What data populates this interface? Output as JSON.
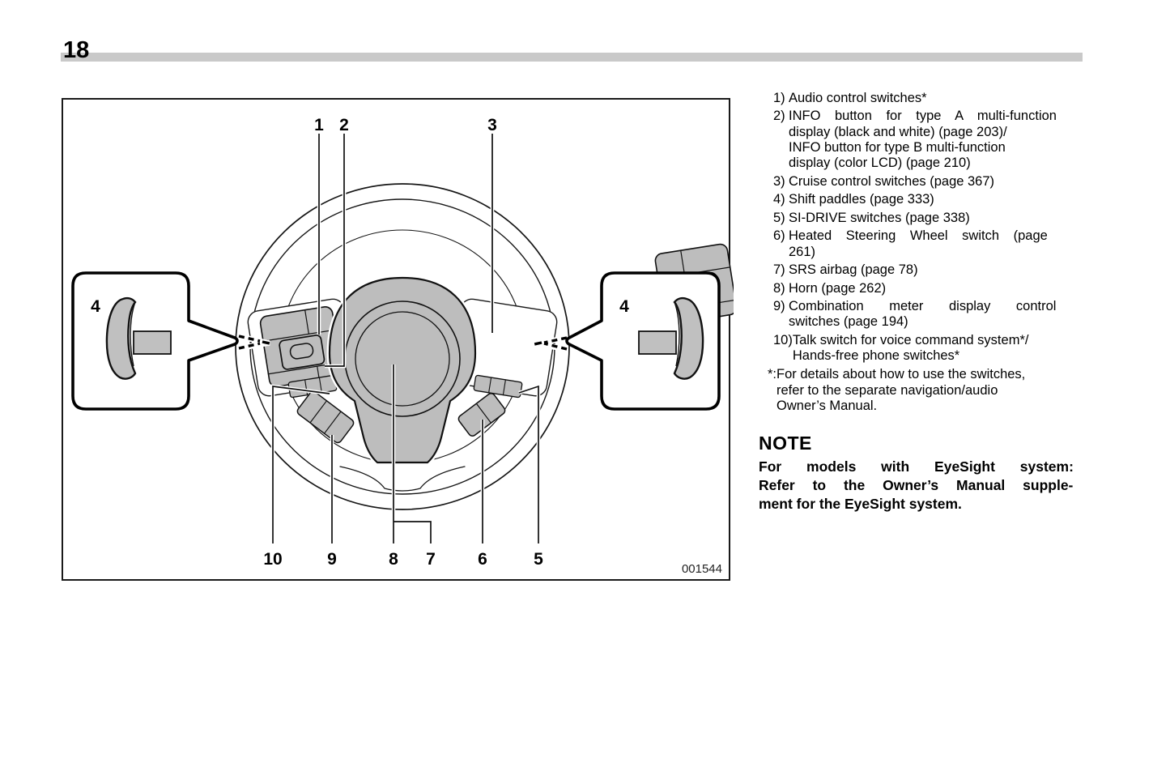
{
  "page": {
    "number": "18"
  },
  "figure": {
    "code": "001544",
    "callouts": {
      "top": [
        "1",
        "2",
        "3"
      ],
      "bottom": [
        "10",
        "9",
        "8",
        "7",
        "6",
        "5"
      ],
      "left_box": "4",
      "right_box": "4"
    },
    "colors": {
      "panel_gray": "#bdbdbd",
      "line_black": "#111111",
      "border": "#1a1a1a"
    }
  },
  "legend": {
    "items": [
      {
        "num": "1)",
        "lines": [
          "Audio control switches*"
        ]
      },
      {
        "num": "2)",
        "lines": [
          "INFO button for type A multi-function",
          "display (black and white) (page 203)/",
          "INFO button for type B multi-function",
          "display (color LCD) (page 210)"
        ]
      },
      {
        "num": "3)",
        "lines": [
          "Cruise control switches (page 367)"
        ]
      },
      {
        "num": "4)",
        "lines": [
          "Shift paddles (page 333)"
        ]
      },
      {
        "num": "5)",
        "lines": [
          "SI-DRIVE switches (page 338)"
        ]
      },
      {
        "num": "6)",
        "lines": [
          "Heated Steering Wheel switch (page",
          "261)"
        ]
      },
      {
        "num": "7)",
        "lines": [
          "SRS airbag (page 78)"
        ]
      },
      {
        "num": "8)",
        "lines": [
          "Horn (page 262)"
        ]
      },
      {
        "num": "9)",
        "lines": [
          "Combination meter display control",
          "switches (page 194)"
        ]
      },
      {
        "num": "10)",
        "lines": [
          "Talk switch for voice command system*/",
          "Hands-free phone switches*"
        ]
      }
    ],
    "footnote": {
      "marker": "*:",
      "lines": [
        "For details about how to use the switches,",
        "refer to the separate navigation/audio",
        "Owner’s Manual."
      ]
    }
  },
  "note": {
    "heading": "NOTE",
    "lines": [
      "For models with EyeSight system:",
      "Refer to the Owner’s Manual supple-",
      "ment for the EyeSight system."
    ]
  }
}
